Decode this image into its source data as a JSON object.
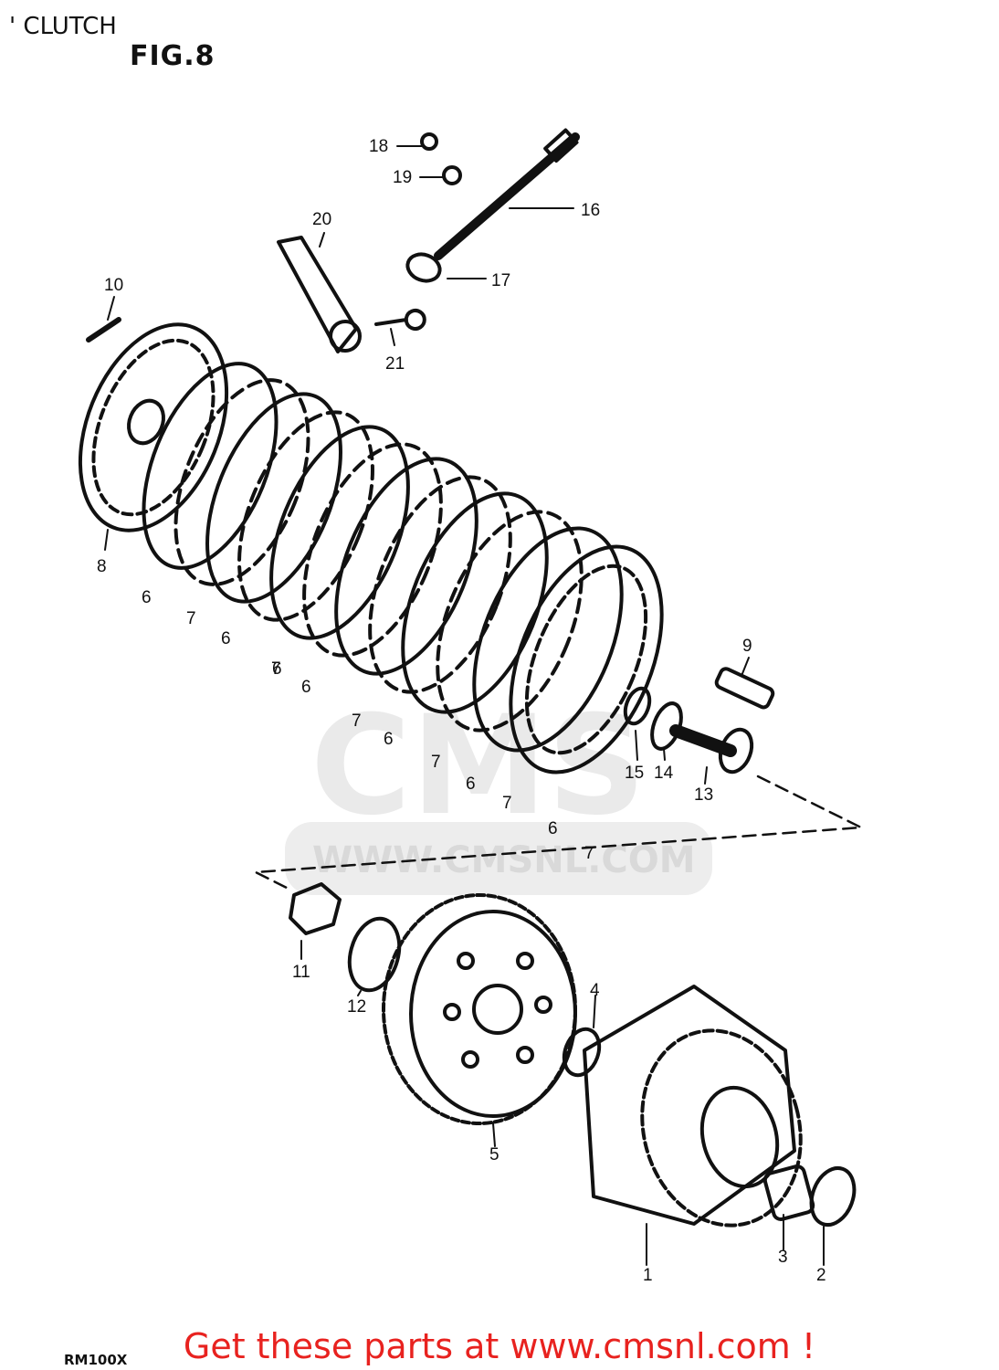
{
  "header": {
    "title": "' CLUTCH",
    "figure": "FIG.8"
  },
  "footer": {
    "model_code": "RM100X",
    "cta": "Get these parts at www.cmsnl.com !"
  },
  "watermark": {
    "logo_text": "CMS",
    "url_text": "WWW.CMSNL.COM"
  },
  "colors": {
    "line": "#111111",
    "cta": "#e8221f",
    "watermark": "#d9d9d9"
  },
  "callouts": [
    "1",
    "2",
    "3",
    "4",
    "5",
    "6",
    "6",
    "6",
    "6",
    "6",
    "6",
    "6",
    "7",
    "7",
    "7",
    "7",
    "7",
    "7",
    "8",
    "9",
    "10",
    "11",
    "12",
    "13",
    "14",
    "15",
    "16",
    "17",
    "18",
    "19",
    "20",
    "21"
  ]
}
